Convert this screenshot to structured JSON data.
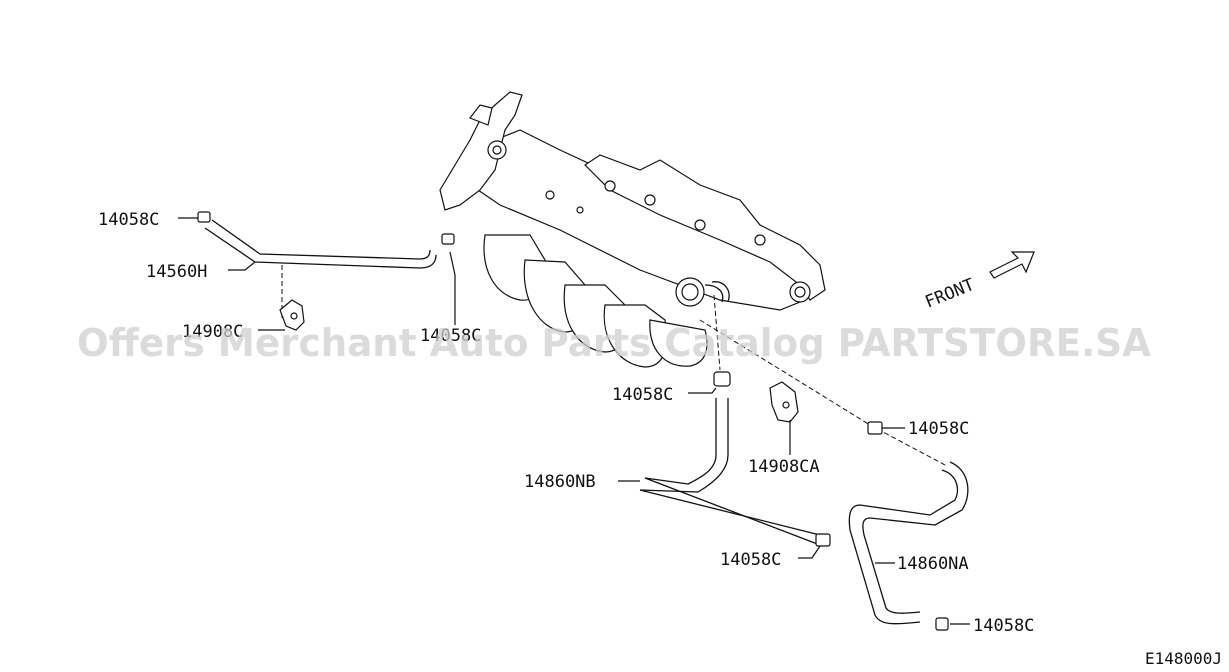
{
  "diagram": {
    "labels": [
      {
        "id": "clamp-top-left",
        "text": "14058C"
      },
      {
        "id": "hose-h",
        "text": "14560H"
      },
      {
        "id": "bracket-left",
        "text": "14908C"
      },
      {
        "id": "clamp-mid-left",
        "text": "14058C"
      },
      {
        "id": "clamp-center",
        "text": "14058C"
      },
      {
        "id": "bracket-ca",
        "text": "14908CA"
      },
      {
        "id": "clamp-right",
        "text": "14058C"
      },
      {
        "id": "hose-nb",
        "text": "14860NB"
      },
      {
        "id": "clamp-lower",
        "text": "14058C"
      },
      {
        "id": "hose-na",
        "text": "14860NA"
      },
      {
        "id": "clamp-bottom-right",
        "text": "14058C"
      }
    ],
    "front_label": "FRONT",
    "diagram_code": "E148000J",
    "watermark": "Offers Merchant Auto Parts Catalog PARTSTORE.SA"
  }
}
